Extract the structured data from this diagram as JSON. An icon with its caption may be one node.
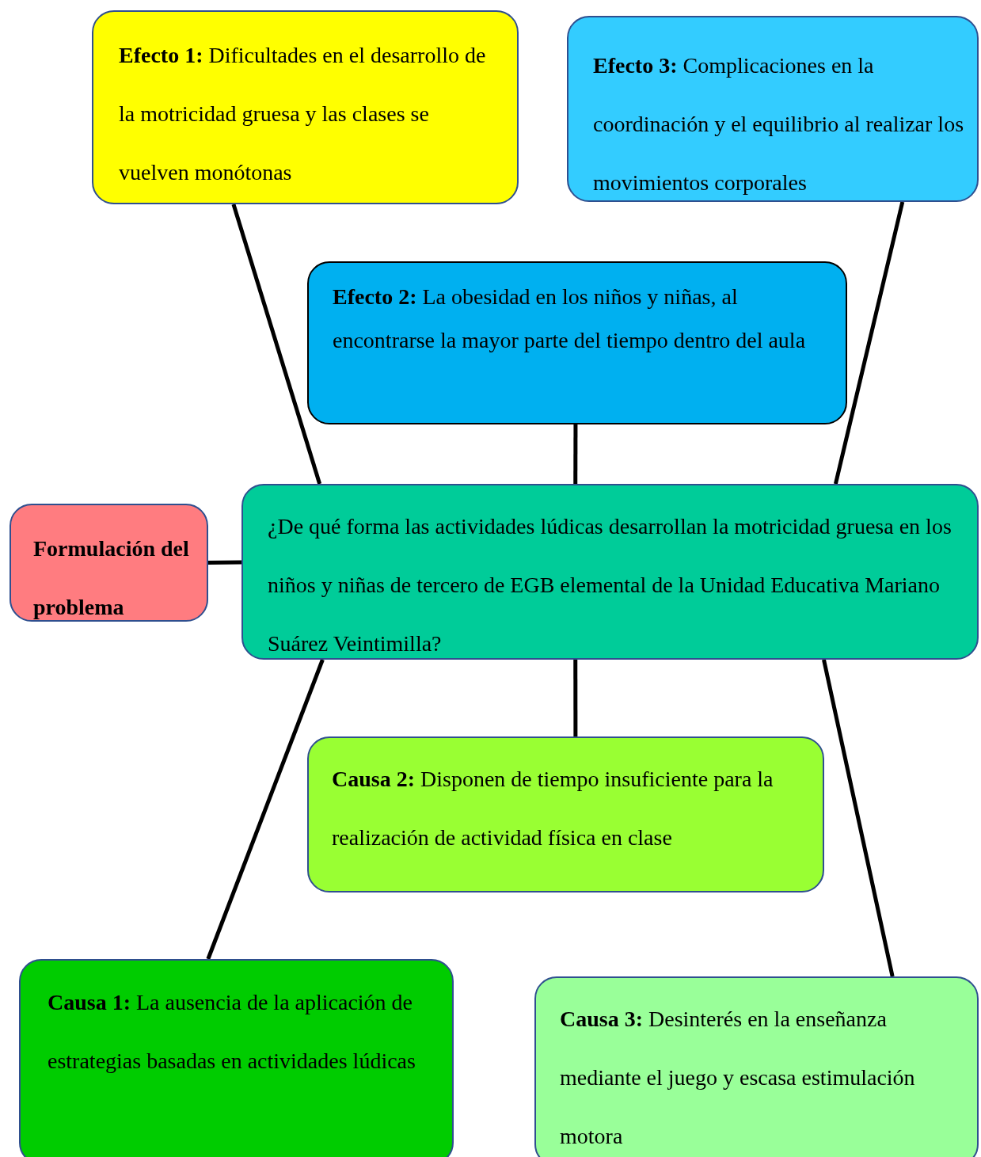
{
  "diagram": {
    "nodes": [
      {
        "text": [
          "**Efecto 1:** Dificultades en el desarrollo de la motricidad gruesa y las clases se vuelven monótonas"
        ]
      },
      {
        "text": [
          "**Efecto 3:** Complicaciones en la coordinación y el equilibrio al realizar los movimientos corporales"
        ]
      },
      {
        "text": [
          "**Efecto 2:** La obesidad en los niños y niñas, al encontrarse la mayor parte del tiempo dentro del aula"
        ]
      },
      {
        "text": [
          "Formulación del problema"
        ]
      },
      {
        "text": [
          "¿De qué forma las actividades lúdicas desarrollan la motricidad gruesa en los niños y niñas de tercero de EGB elemental de la Unidad Educativa Mariano Suárez Veintimilla?"
        ]
      },
      {
        "text": [
          "**Causa 2:** Disponen de tiempo insuficiente para la realización de actividad física en clase"
        ]
      },
      {
        "text": [
          "**Causa 1:** La ausencia de la aplicación de estrategias basadas en actividades lúdicas"
        ]
      },
      {
        "text": [
          "**Causa 3:** Desinterés en la enseñanza mediante el juego y escasa estimulación motora"
        ]
      }
    ],
    "edges": [
      {
        "from": 0,
        "to": 4,
        "arrow": "none"
      },
      {
        "from": 1,
        "to": 4,
        "arrow": "none"
      },
      {
        "from": 2,
        "to": 4,
        "arrow": "none"
      },
      {
        "from": 3,
        "to": 4,
        "arrow": "none"
      },
      {
        "from": 4,
        "to": 5,
        "arrow": "none"
      },
      {
        "from": 4,
        "to": 6,
        "arrow": "none"
      },
      {
        "from": 4,
        "to": 7,
        "arrow": "none"
      }
    ]
  }
}
